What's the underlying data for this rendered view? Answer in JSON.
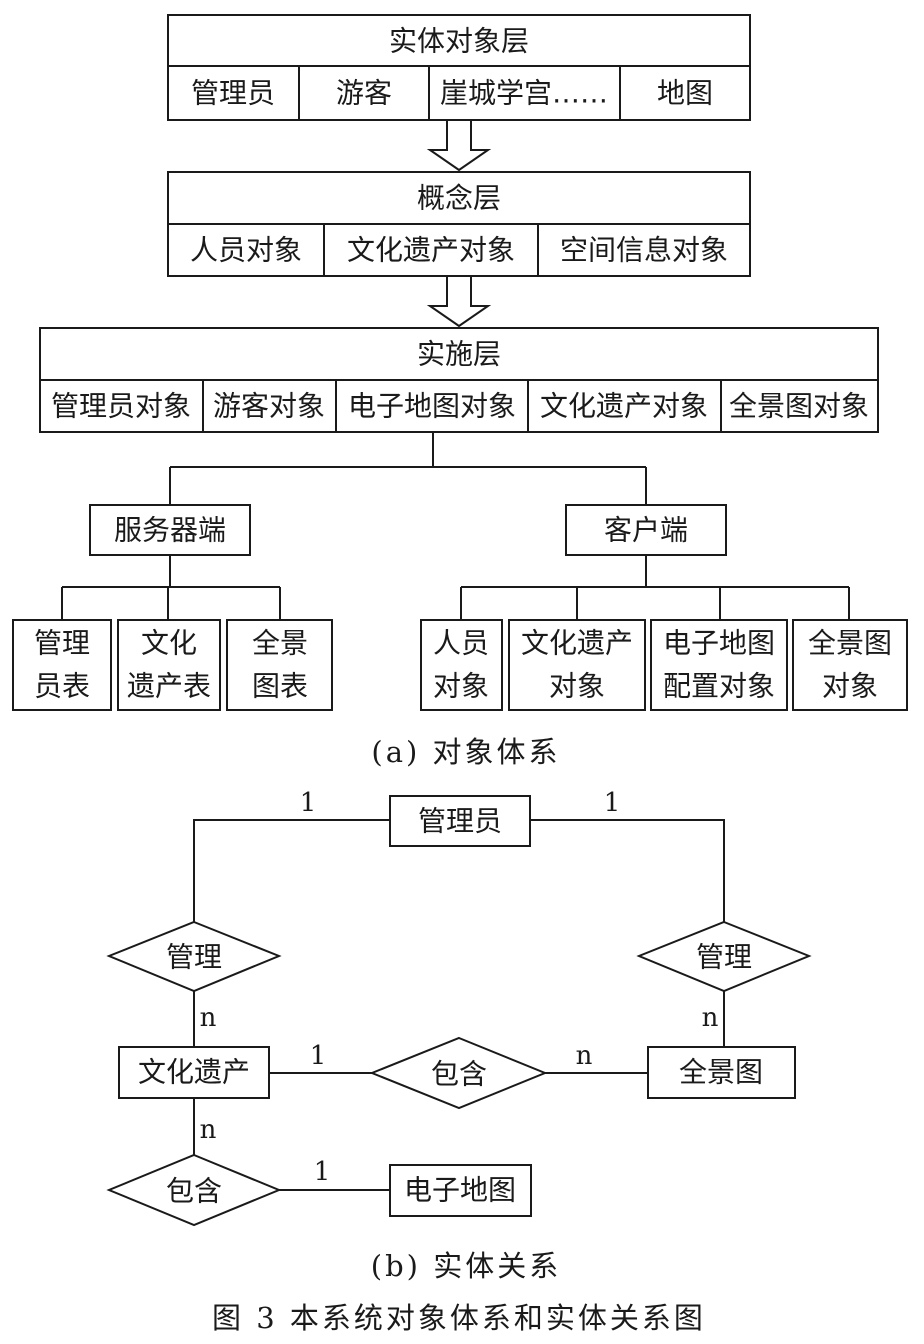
{
  "object_system": {
    "entity_layer": {
      "title": "实体对象层",
      "items": [
        "管理员",
        "游客",
        "崖城学宫……",
        "地图"
      ]
    },
    "concept_layer": {
      "title": "概念层",
      "items": [
        "人员对象",
        "文化遗产对象",
        "空间信息对象"
      ]
    },
    "implementation_layer": {
      "title": "实施层",
      "items": [
        "管理员对象",
        "游客对象",
        "电子地图对象",
        "文化遗产对象",
        "全景图对象"
      ]
    },
    "server": {
      "title": "服务器端",
      "children": [
        [
          "管理",
          "员表"
        ],
        [
          "文化",
          "遗产表"
        ],
        [
          "全景",
          "图表"
        ]
      ]
    },
    "client": {
      "title": "客户端",
      "children": [
        [
          "人员",
          "对象"
        ],
        [
          "文化遗产",
          "对象"
        ],
        [
          "电子地图",
          "配置对象"
        ],
        [
          "全景图",
          "对象"
        ]
      ]
    },
    "caption": "(a) 对象体系"
  },
  "entity_relation": {
    "entities": {
      "admin": "管理员",
      "heritage": "文化遗产",
      "panorama": "全景图",
      "map": "电子地图"
    },
    "relations": {
      "manage_left": "管理",
      "manage_right": "管理",
      "contain_middle": "包含",
      "contain_bottom": "包含"
    },
    "cardinalities": {
      "admin_left": "1",
      "admin_right": "1",
      "manage_left_heritage": "n",
      "manage_right_panorama": "n",
      "heritage_contain": "1",
      "contain_panorama": "n",
      "heritage_contain_bottom": "n",
      "contain_bottom_map": "1"
    },
    "caption": "(b) 实体关系"
  },
  "figure_caption": "图 3 本系统对象体系和实体关系图"
}
